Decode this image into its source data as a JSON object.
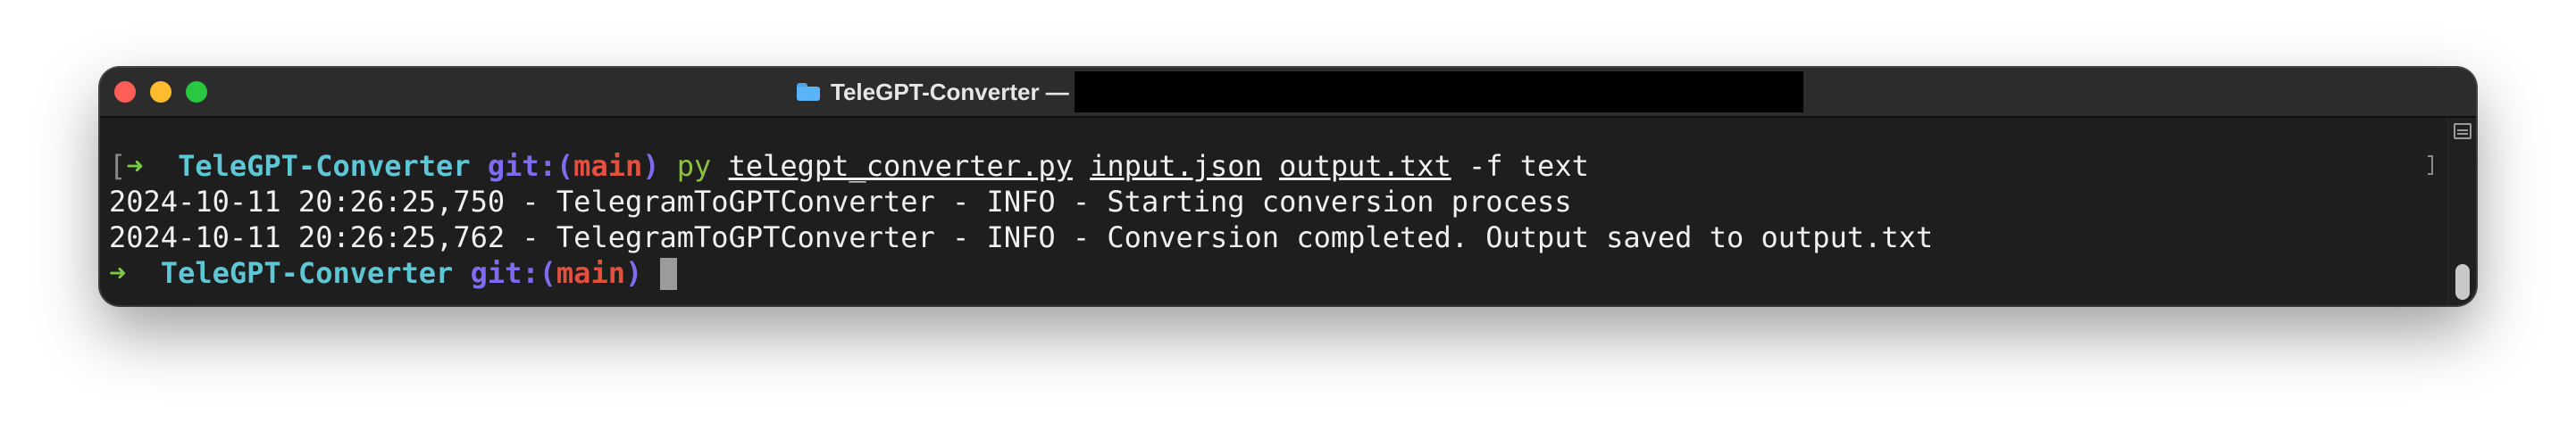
{
  "window": {
    "title": "TeleGPT-Converter —",
    "colors": {
      "close": "#ff5f57",
      "minimize": "#febc2e",
      "maximize": "#28c840"
    }
  },
  "terminal": {
    "line1": {
      "open_bracket": "[",
      "arrow": "➜",
      "dir": "TeleGPT-Converter",
      "git": "git:(",
      "branch": "main",
      "git_close": ")",
      "cmd": "py",
      "arg1": "telegpt_converter.py",
      "arg2": "input.json",
      "arg3": "output.txt",
      "flag": "-f text"
    },
    "line2": "2024-10-11 20:26:25,750 - TelegramToGPTConverter - INFO - Starting conversion process",
    "line3": "2024-10-11 20:26:25,762 - TelegramToGPTConverter - INFO - Conversion completed. Output saved to output.txt",
    "line4": {
      "arrow": "➜",
      "dir": "TeleGPT-Converter",
      "git": "git:(",
      "branch": "main",
      "git_close": ")"
    }
  }
}
